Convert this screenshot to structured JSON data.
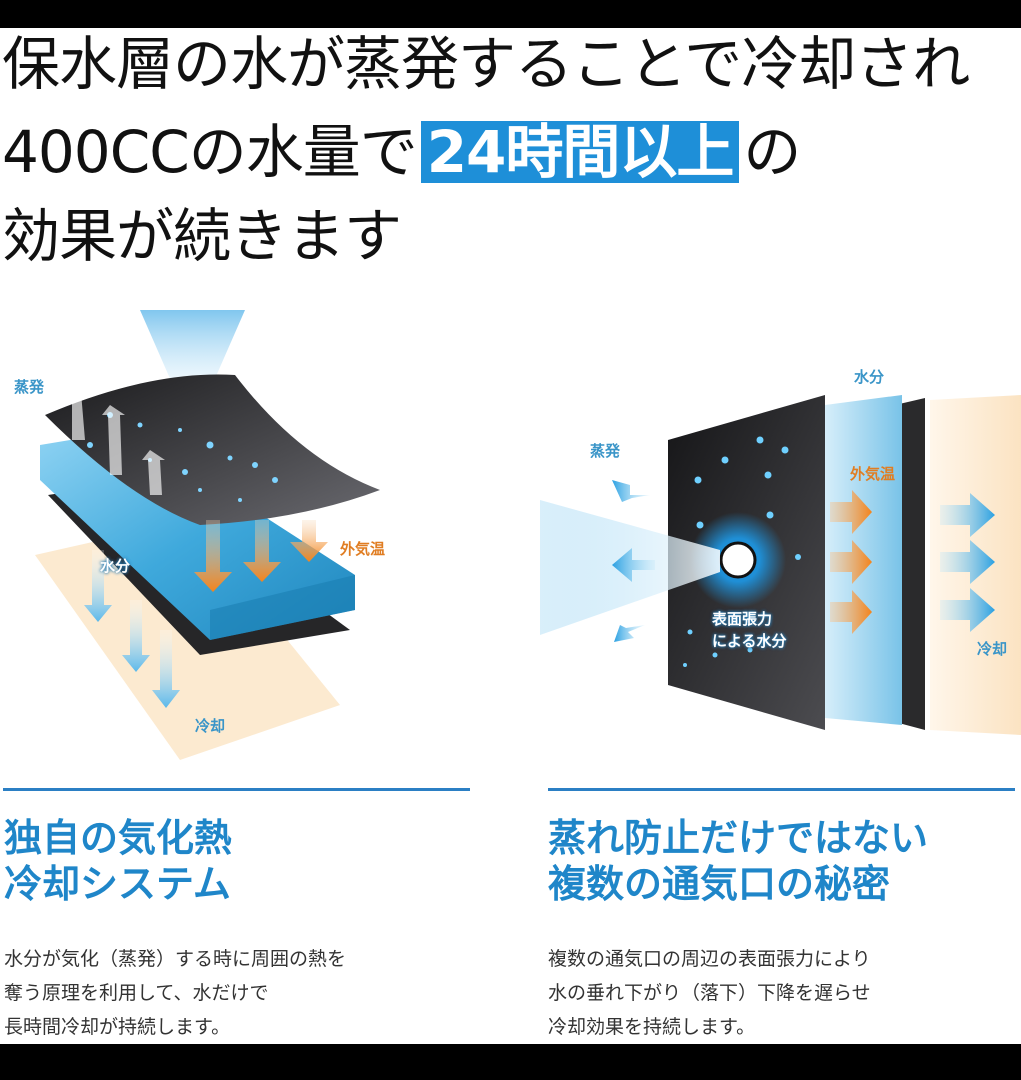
{
  "headline": {
    "line1": "保水層の水が蒸発することで冷却され",
    "line2_prefix": "400CCの水量で",
    "line2_highlight": "24時間以上",
    "line2_suffix": "の",
    "line3": "効果が続きます"
  },
  "colors": {
    "highlight_bg": "#1e8fd8",
    "accent_blue": "#1f86c9",
    "orange": "#f08a1c",
    "beige": "#fbe6c8",
    "dark_layer": "#2a2a2c"
  },
  "left_diagram": {
    "labels": {
      "evaporation": "蒸発",
      "outside_temp": "外気温",
      "moisture": "水分",
      "cooling": "冷却"
    }
  },
  "right_diagram": {
    "labels": {
      "moisture": "水分",
      "evaporation": "蒸発",
      "outside_temp": "外気温",
      "surface_tension_line1": "表面張力",
      "surface_tension_line2": "による水分",
      "cooling": "冷却"
    }
  },
  "sections": [
    {
      "title_line1": "独自の気化熱",
      "title_line2": "冷却システム",
      "body": [
        "水分が気化（蒸発）する時に周囲の熱を",
        "奪う原理を利用して、水だけで",
        "長時間冷却が持続します。"
      ]
    },
    {
      "title_line1": "蒸れ防止だけではない",
      "title_line2": "複数の通気口の秘密",
      "body": [
        "複数の通気口の周辺の表面張力により",
        "水の垂れ下がり（落下）下降を遅らせ",
        "冷却効果を持続します。"
      ]
    }
  ]
}
